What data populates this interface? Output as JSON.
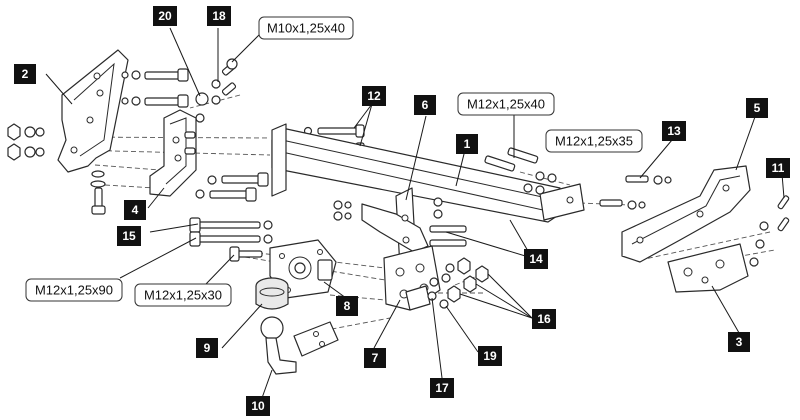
{
  "callouts": [
    "1",
    "2",
    "3",
    "4",
    "5",
    "6",
    "7",
    "8",
    "9",
    "10",
    "11",
    "12",
    "13",
    "14",
    "15",
    "16",
    "17",
    "18",
    "19",
    "20"
  ],
  "specs": {
    "m10_40": "M10x1,25x40",
    "m12_40": "M12x1,25x40",
    "m12_35": "M12x1,25x35",
    "m12_90": "M12x1,25x90",
    "m12_30": "M12x1,25x30"
  },
  "colors": {
    "line": "#2a2a2a",
    "callout_fill": "#111111",
    "callout_text": "#ffffff"
  }
}
